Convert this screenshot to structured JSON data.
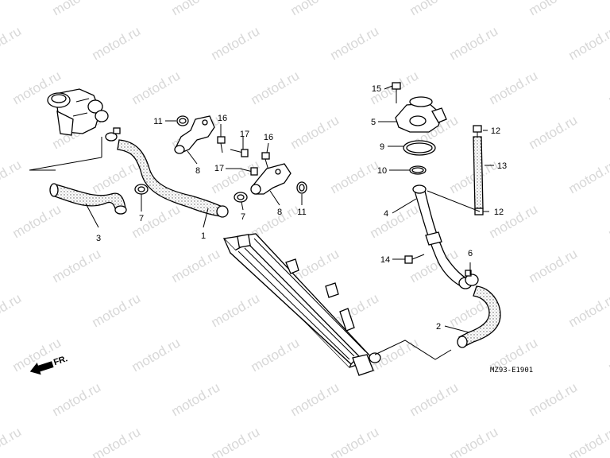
{
  "watermark": "motod.ru",
  "direction_label": "FR.",
  "diagram_code": "MZ93-E1901",
  "callouts": {
    "c1": "1",
    "c2": "2",
    "c3": "3",
    "c4": "4",
    "c5": "5",
    "c6": "6",
    "c7a": "7",
    "c7b": "7",
    "c8a": "8",
    "c8b": "8",
    "c9": "9",
    "c10": "10",
    "c11a": "11",
    "c11b": "11",
    "c12a": "12",
    "c12b": "12",
    "c13": "13",
    "c14": "14",
    "c15": "15",
    "c16a": "16",
    "c16b": "16",
    "c17a": "17",
    "c17b": "17"
  }
}
